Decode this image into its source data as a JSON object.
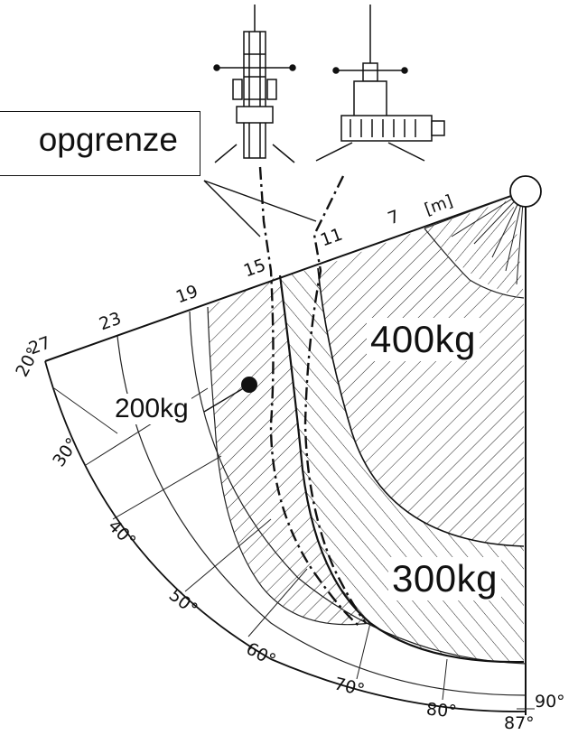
{
  "callout": {
    "text": "opgrenze"
  },
  "zones": {
    "load_400": "400kg",
    "load_300": "300kg",
    "load_200": "200kg"
  },
  "reach_scale": {
    "unit": "[m]",
    "ticks": [
      "7",
      "11",
      "15",
      "19",
      "23",
      "27"
    ]
  },
  "angle_scale": {
    "ticks": [
      "20°",
      "30°",
      "40°",
      "50°",
      "60°",
      "70°",
      "80°",
      "87°",
      "90°"
    ]
  }
}
